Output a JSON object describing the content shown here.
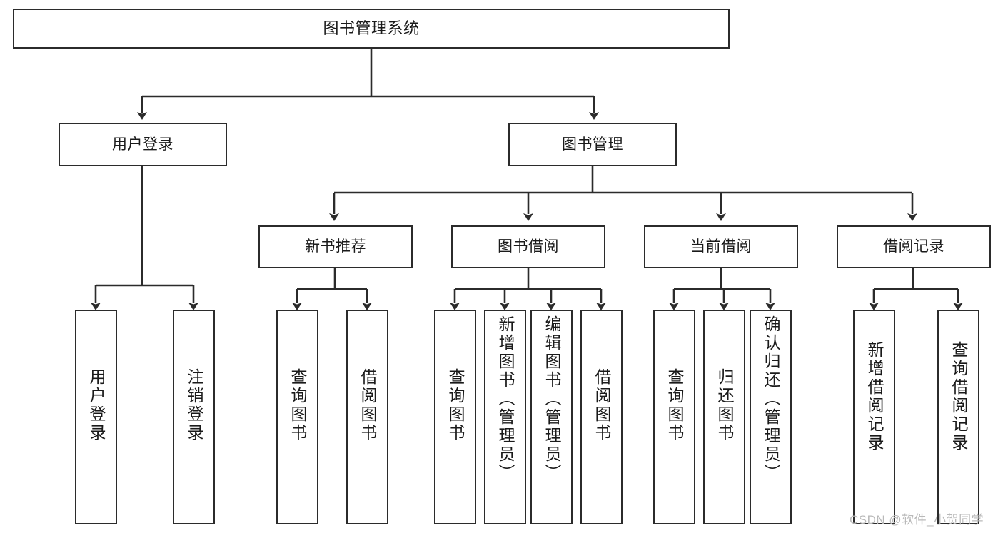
{
  "diagram": {
    "title": "图书管理系统",
    "type": "tree-hierarchy",
    "watermark": "CSDN @软件_小贺同学",
    "colors": {
      "border": "#2b2b2b",
      "fill": "#ffffff",
      "text": "#1a1a1a",
      "watermark": "#b9b9b9"
    },
    "levels": {
      "root": {
        "label": "图书管理系统"
      },
      "level2": [
        {
          "label": "用户登录"
        },
        {
          "label": "图书管理"
        }
      ],
      "level3": [
        {
          "label": "新书推荐"
        },
        {
          "label": "图书借阅"
        },
        {
          "label": "当前借阅"
        },
        {
          "label": "借阅记录"
        }
      ],
      "leaves": {
        "user_login": [
          {
            "label": "用户登录"
          },
          {
            "label": "注销登录"
          }
        ],
        "new_book": [
          {
            "label": "查询图书"
          },
          {
            "label": "借阅图书"
          }
        ],
        "book_borrow": [
          {
            "label": "查询图书"
          },
          {
            "label": "新增图书（管理员）"
          },
          {
            "label": "编辑图书（管理员）"
          },
          {
            "label": "借阅图书"
          }
        ],
        "current_borrow": [
          {
            "label": "查询图书"
          },
          {
            "label": "归还图书"
          },
          {
            "label": "确认归还（管理员）"
          }
        ],
        "borrow_record": [
          {
            "label": "新增借阅记录"
          },
          {
            "label": "查询借阅记录"
          }
        ]
      }
    }
  }
}
